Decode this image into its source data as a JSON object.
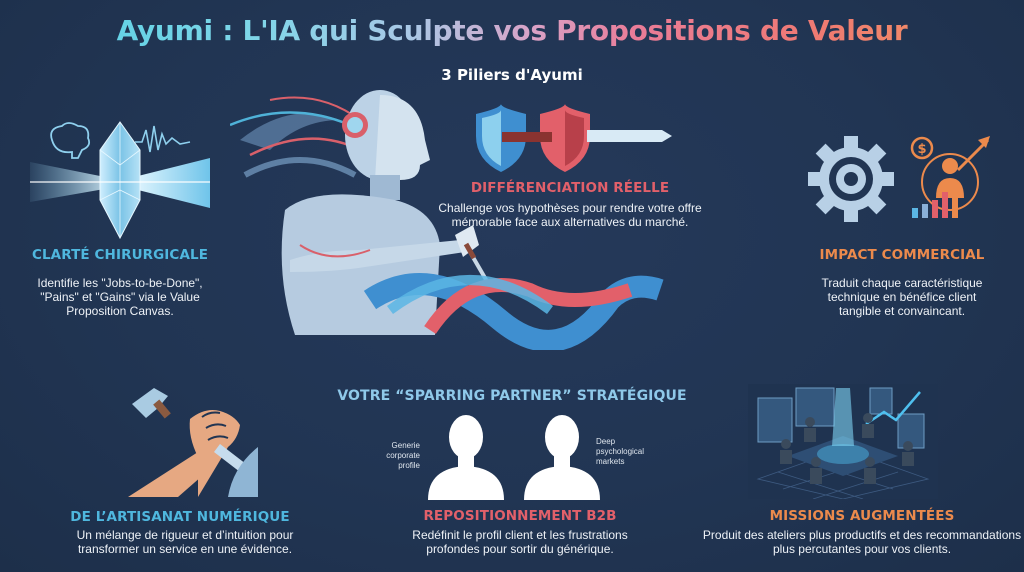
{
  "header": {
    "title": "Ayumi : L'IA qui Sculpte vos Propositions de Valeur",
    "subtitle": "3 Piliers d'Ayumi"
  },
  "pillars": [
    {
      "id": "clarte",
      "icon": "crystal-prism-brain-wave-icon",
      "heading": "CLARTÉ CHIRURGICALE",
      "description": "Identifie les \"Jobs-to-be-Done\", \"Pains\" et \"Gains\" via le Value Proposition Canvas.",
      "color": "#4fb7de"
    },
    {
      "id": "differenciation",
      "icon": "shields-sword-icon",
      "heading": "DIFFÉRENCIATION RÉELLE",
      "description": "Challenge vos hypothèses pour rendre votre offre mémorable face aux alternatives du marché.",
      "color": "#e2606a"
    },
    {
      "id": "impact",
      "icon": "gear-growth-chart-icon",
      "heading": "IMPACT COMMERCIAL",
      "description": "Traduit chaque caractéristique technique en bénéfice client tangible et convaincant.",
      "color": "#ec8a4c"
    }
  ],
  "sparring": {
    "heading": "VOTRE “SPARRING PARTNER” STRATÉGIQUE",
    "left_label": "Generie corporate profile",
    "right_label": "Deep psychological markets"
  },
  "bottom": [
    {
      "id": "artisanat",
      "icon": "hammer-chisel-hand-icon",
      "heading": "DE L’ARTISANAT NUMÉRIQUE",
      "description": "Un mélange de rigueur et d’intuition pour transformer un service en une évidence.",
      "color": "#4fb7de"
    },
    {
      "id": "repositionnement",
      "icon": "silhouettes-icon",
      "heading": "REPOSITIONNEMENT B2B",
      "description": "Redéfinit le profil client et les frustrations profondes pour sortir du générique.",
      "color": "#e2606a"
    },
    {
      "id": "missions",
      "icon": "team-meeting-hologram-icon",
      "heading": "MISSIONS AUGMENTÉES",
      "description": "Produit des ateliers plus productifs et des recommandations plus percutantes pour vos clients.",
      "color": "#ec8a4c"
    }
  ],
  "colors": {
    "background": "#213553",
    "cyan": "#4fb7de",
    "red": "#e2606a",
    "orange": "#ec8a4c"
  }
}
